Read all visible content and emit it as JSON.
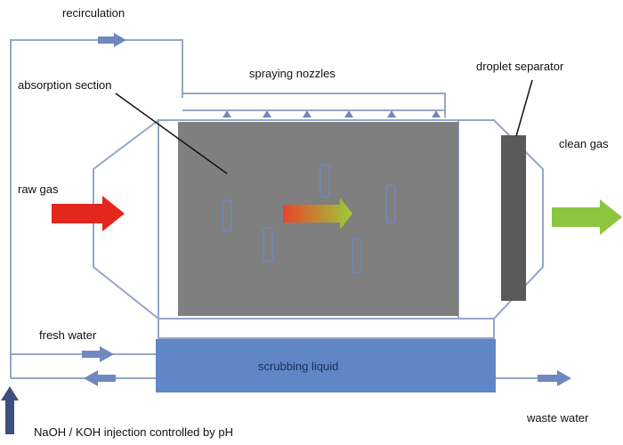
{
  "labels": {
    "recirculation": "recirculation",
    "spraying_nozzles": "spraying nozzles",
    "droplet_separator": "droplet separator",
    "absorption_section": "absorption section",
    "raw_gas": "raw gas",
    "clean_gas": "clean gas",
    "fresh_water": "fresh water",
    "scrubbing_liquid": "scrubbing liquid",
    "waste_water": "waste water",
    "injection_note": "NaOH / KOH injection controlled by pH"
  },
  "colors": {
    "line": "#97a6c4",
    "absorption_fill": "#7f7f7f",
    "separator_fill": "#5a5a5a",
    "sump_fill": "#5f86c7",
    "small_arrow": "#6f88bf",
    "raw_gas_arrow": "#e3271c",
    "clean_gas_arrow": "#8cc63f",
    "flow_gradient_start": "#e8442a",
    "flow_gradient_end": "#9ccc3a",
    "injection_arrow": "#3d4f7e"
  },
  "icons": {
    "flow_arrow": "right-arrow-icon",
    "bubble": "up-arrow-icon",
    "injection": "up-arrow-icon"
  }
}
